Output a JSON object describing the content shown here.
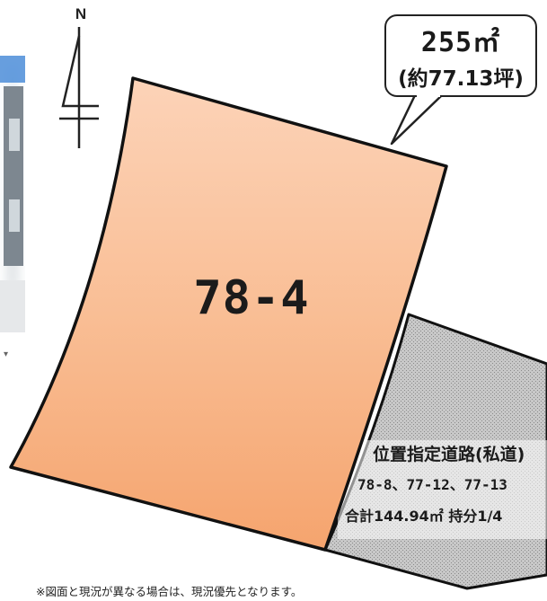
{
  "compass": {
    "north_label": "N"
  },
  "area": {
    "sqm": "255㎡",
    "tsubo": "(約77.13坪)"
  },
  "lot": {
    "number": "78-4",
    "fill_color": "#f8b687"
  },
  "road": {
    "name": "位置指定道路(私道)",
    "lots": "78-8、77-12、77-13",
    "share": "合計144.94㎡ 持分1/4",
    "fill_color": "#b4b4b4"
  },
  "note": "※図面と現況が異なる場合は、現況優先となります。",
  "photo": {
    "description_icon": "house-photo"
  }
}
